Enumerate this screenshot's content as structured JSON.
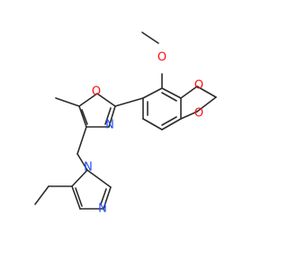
{
  "colors": {
    "bond": "#2b2b2b",
    "oxygen": "#ff0d0d",
    "nitrogen": "#1f4dff",
    "background": "#ffffff"
  },
  "labels": {
    "methoxy_oxygen": "O",
    "dioxole_oxygen_top": "O",
    "dioxole_oxygen_bottom": "O",
    "oxazole_oxygen": "O",
    "oxazole_nitrogen": "N",
    "imidazole_n1": "N",
    "imidazole_n3": "N"
  }
}
